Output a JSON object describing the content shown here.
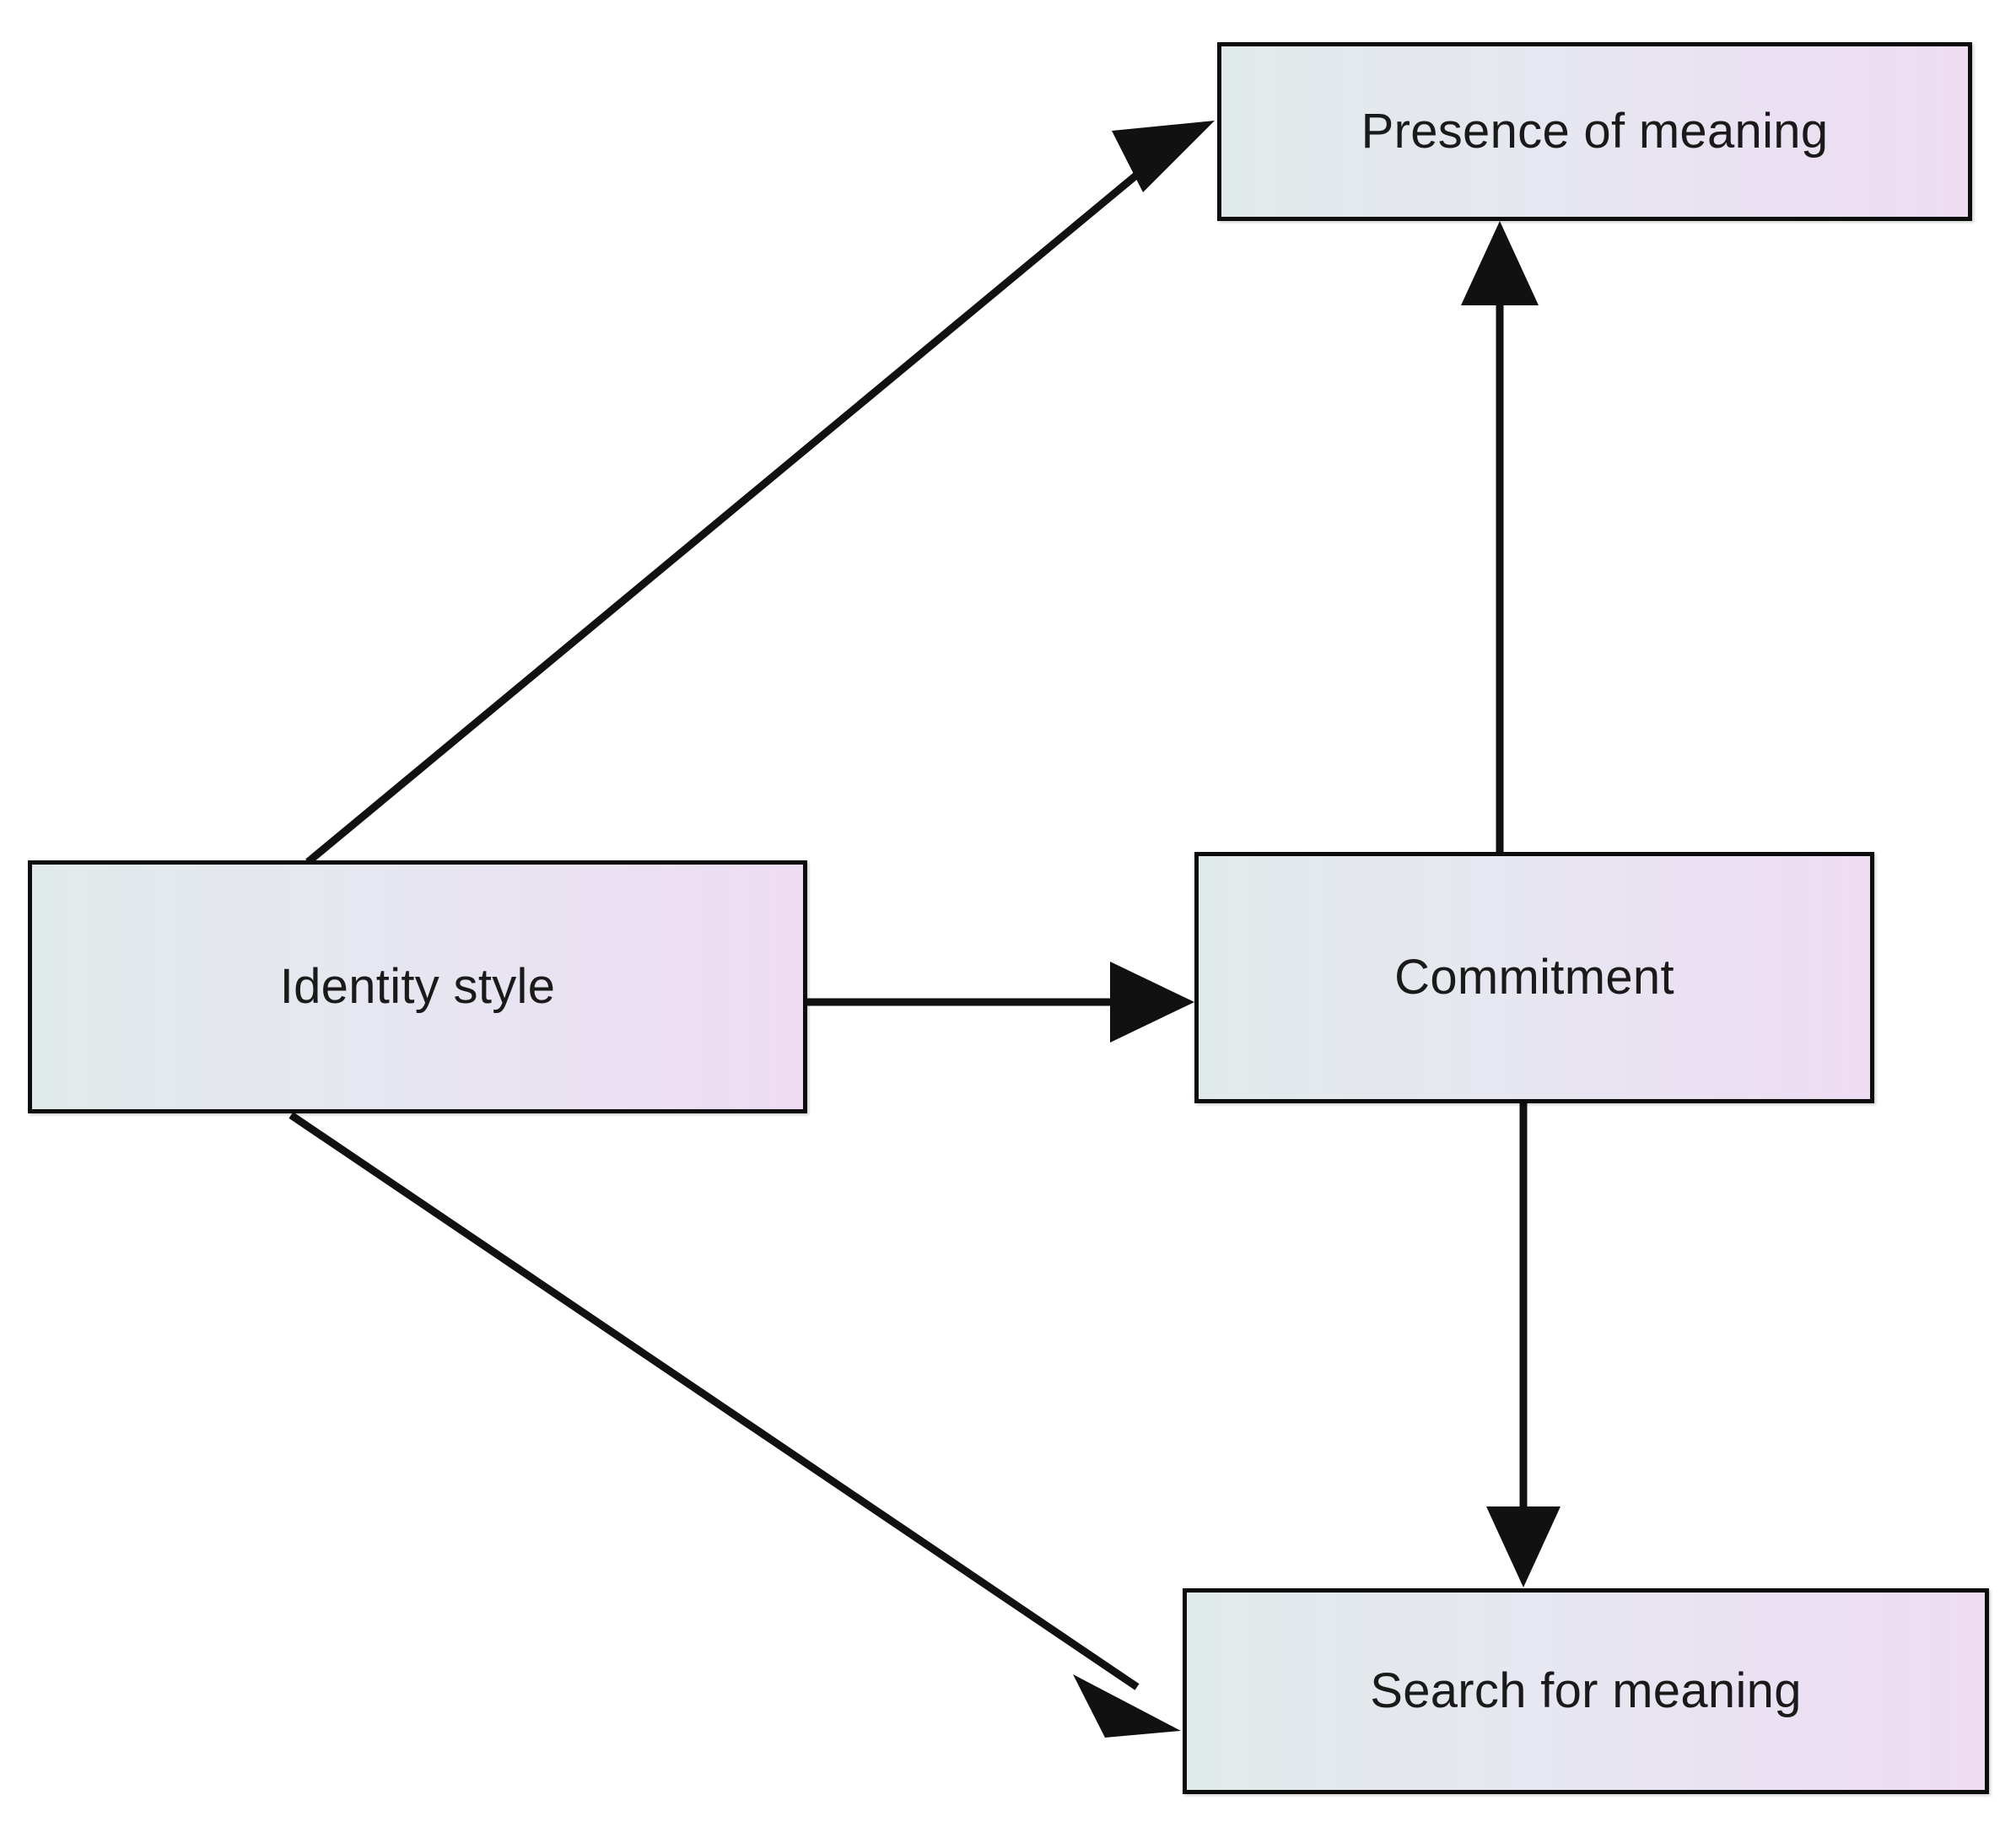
{
  "diagram": {
    "type": "flow-diagram",
    "title": "",
    "background_color": "#ffffff",
    "node_border_color": "#0d0d0d",
    "node_gradient_start": "#e1eaea",
    "node_gradient_end": "#eedcf3",
    "edge_color": "#111111",
    "nodes": [
      {
        "id": "presence",
        "label": "Presence of meaning"
      },
      {
        "id": "identity",
        "label": "Identity style"
      },
      {
        "id": "commitment",
        "label": "Commitment"
      },
      {
        "id": "search",
        "label": "Search for meaning"
      }
    ],
    "edges": [
      {
        "from": "identity",
        "to": "presence",
        "label": ""
      },
      {
        "from": "identity",
        "to": "commitment",
        "label": ""
      },
      {
        "from": "identity",
        "to": "search",
        "label": ""
      },
      {
        "from": "commitment",
        "to": "presence",
        "label": ""
      },
      {
        "from": "commitment",
        "to": "search",
        "label": ""
      }
    ]
  }
}
